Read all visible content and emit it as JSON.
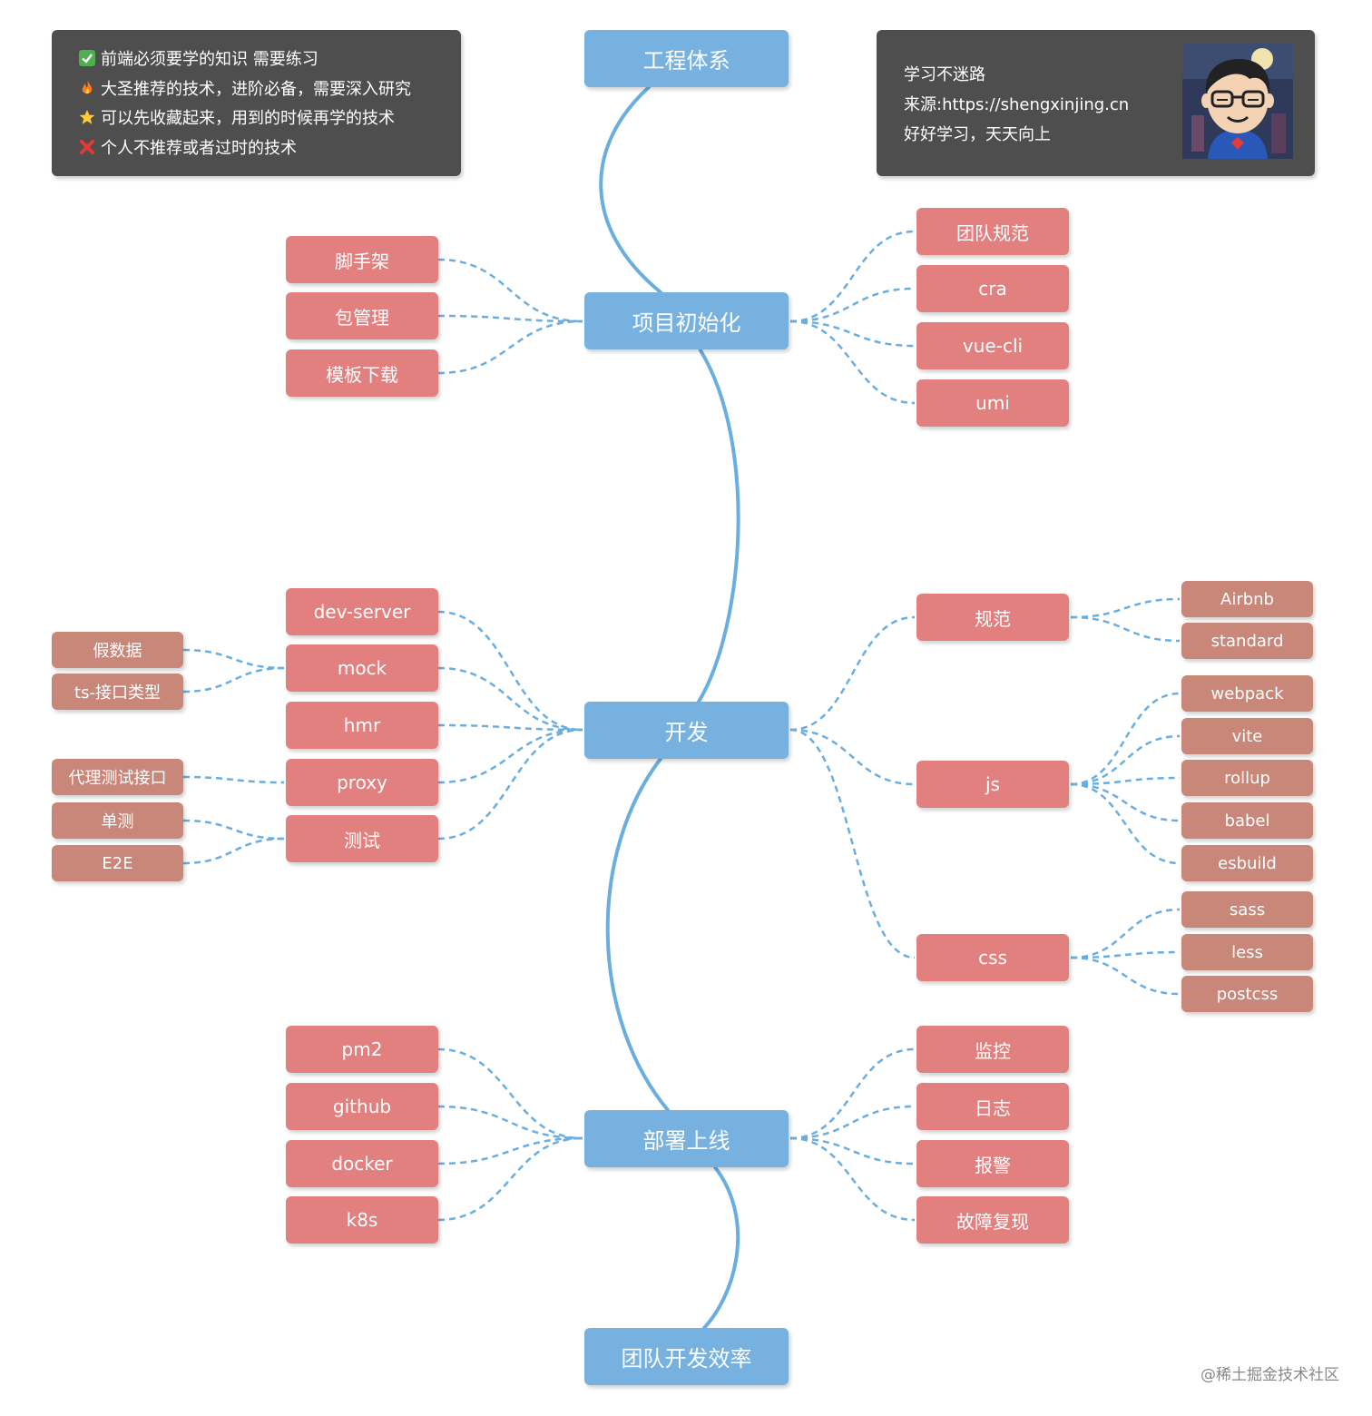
{
  "legend": {
    "items": [
      {
        "icon": "check-icon",
        "text": "前端必须要学的知识 需要练习"
      },
      {
        "icon": "fire-icon",
        "text": "大圣推荐的技术，进阶必备，需要深入研究"
      },
      {
        "icon": "star-icon",
        "text": "可以先收藏起来，用到的时候再学的技术"
      },
      {
        "icon": "cross-icon",
        "text": "个人不推荐或者过时的技术"
      }
    ]
  },
  "info": {
    "line1": "学习不迷路",
    "line2": "来源:https://shengxinjing.cn",
    "line3": "好好学习，天天向上"
  },
  "colors": {
    "main": "#76b1e0",
    "sub": "#e28080",
    "leaf": "#c9877a",
    "panel": "#4e4e4e",
    "spine": "#6aaee0",
    "dashed": "#6aaee0"
  },
  "diagram": {
    "root": "工程体系",
    "end": "团队开发效率",
    "init": {
      "label": "项目初始化",
      "left": [
        "脚手架",
        "包管理",
        "模板下载"
      ],
      "right": [
        "团队规范",
        "cra",
        "vue-cli",
        "umi"
      ]
    },
    "dev": {
      "label": "开发",
      "left": [
        "dev-server",
        "mock",
        "hmr",
        "proxy",
        "测试"
      ],
      "mock_children": [
        "假数据",
        "ts-接口类型"
      ],
      "proxy_children": [
        "代理测试接口"
      ],
      "test_children": [
        "单测",
        "E2E"
      ],
      "spec": {
        "label": "规范",
        "children": [
          "Airbnb",
          "standard"
        ]
      },
      "js": {
        "label": "js",
        "children": [
          "webpack",
          "vite",
          "rollup",
          "babel",
          "esbuild"
        ]
      },
      "css": {
        "label": "css",
        "children": [
          "sass",
          "less",
          "postcss"
        ]
      }
    },
    "deploy": {
      "label": "部署上线",
      "left": [
        "pm2",
        "github",
        "docker",
        "k8s"
      ],
      "right": [
        "监控",
        "日志",
        "报警",
        "故障复现"
      ]
    }
  },
  "watermark": "@稀土掘金技术社区"
}
